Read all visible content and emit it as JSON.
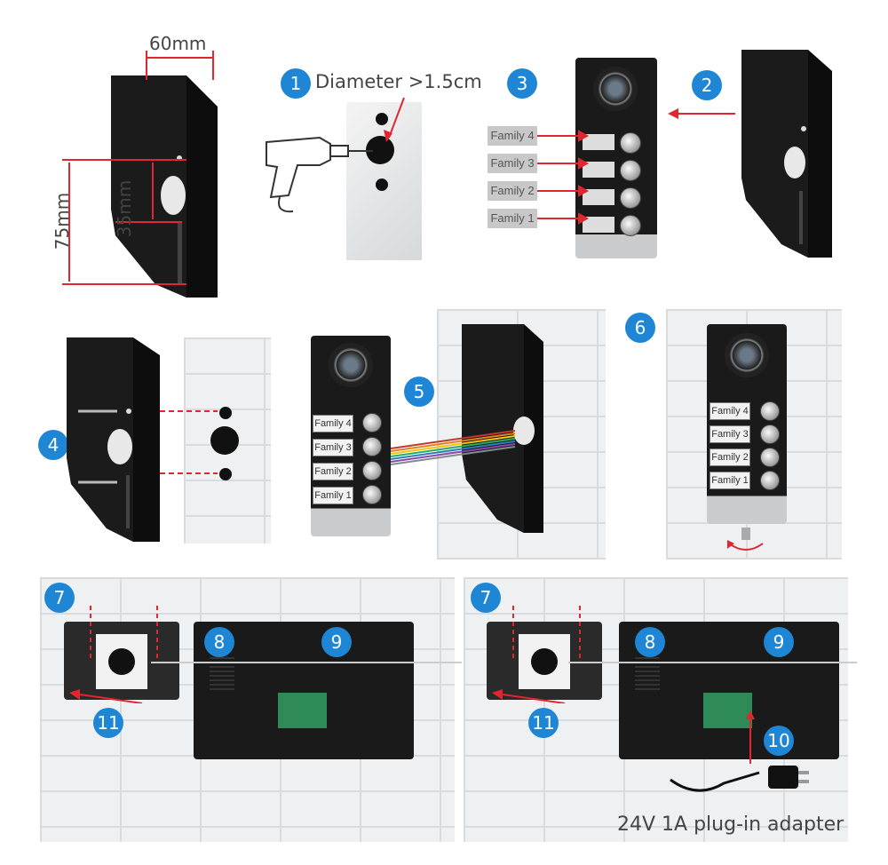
{
  "dimensions": {
    "width_label": "60mm",
    "height_label": "75mm",
    "hole_label": "35mm"
  },
  "step1": {
    "number": "1",
    "label": "Diameter >1.5cm"
  },
  "step2": {
    "number": "2"
  },
  "step3": {
    "number": "3",
    "families": [
      "Family 4",
      "Family 3",
      "Family 2",
      "Family 1"
    ]
  },
  "step4": {
    "number": "4"
  },
  "step5": {
    "number": "5",
    "families": [
      "Family 4",
      "Family 3",
      "Family 2",
      "Family 1"
    ]
  },
  "step6": {
    "number": "6",
    "families": [
      "Family 4",
      "Family 3",
      "Family 2",
      "Family 1"
    ]
  },
  "monitor_left": {
    "n7": "7",
    "n8": "8",
    "n9": "9",
    "n11": "11"
  },
  "monitor_right": {
    "n7": "7",
    "n8": "8",
    "n9": "9",
    "n10": "10",
    "n11": "11",
    "adapter_label": "24V 1A plug-in adapter"
  },
  "colors": {
    "badge": "#1e86d4",
    "arrow": "#e0262e",
    "panel": "#111111"
  }
}
